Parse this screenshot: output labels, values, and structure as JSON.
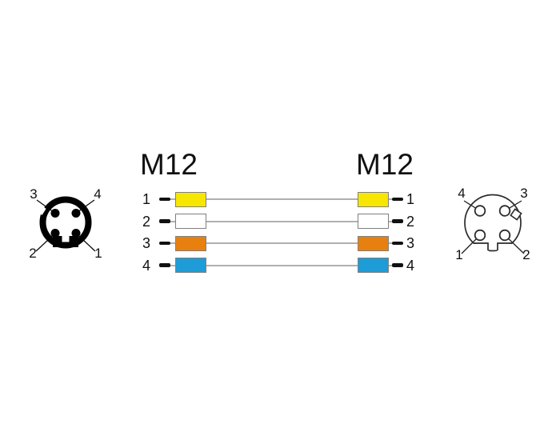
{
  "diagram": {
    "left_connector": {
      "type": "M12 male 4-pin face",
      "pins": {
        "top_left": "3",
        "top_right": "4",
        "bottom_left": "2",
        "bottom_right": "1"
      }
    },
    "right_connector": {
      "type": "M12 female 4-pin face",
      "pins": {
        "top_left": "4",
        "top_right": "3",
        "bottom_left": "1",
        "bottom_right": "2"
      }
    },
    "wiring": {
      "left_header": "M12",
      "right_header": "M12",
      "rows": [
        {
          "left_pin": "1",
          "right_pin": "1",
          "color_name": "yellow",
          "color": "#F7E600"
        },
        {
          "left_pin": "2",
          "right_pin": "2",
          "color_name": "white",
          "color": "#FFFFFF"
        },
        {
          "left_pin": "3",
          "right_pin": "3",
          "color_name": "orange",
          "color": "#E8800F"
        },
        {
          "left_pin": "4",
          "right_pin": "4",
          "color_name": "blue",
          "color": "#1E9CD7"
        }
      ]
    },
    "colors": {
      "wire": "#B0B0B0",
      "outline": "#000000"
    }
  }
}
